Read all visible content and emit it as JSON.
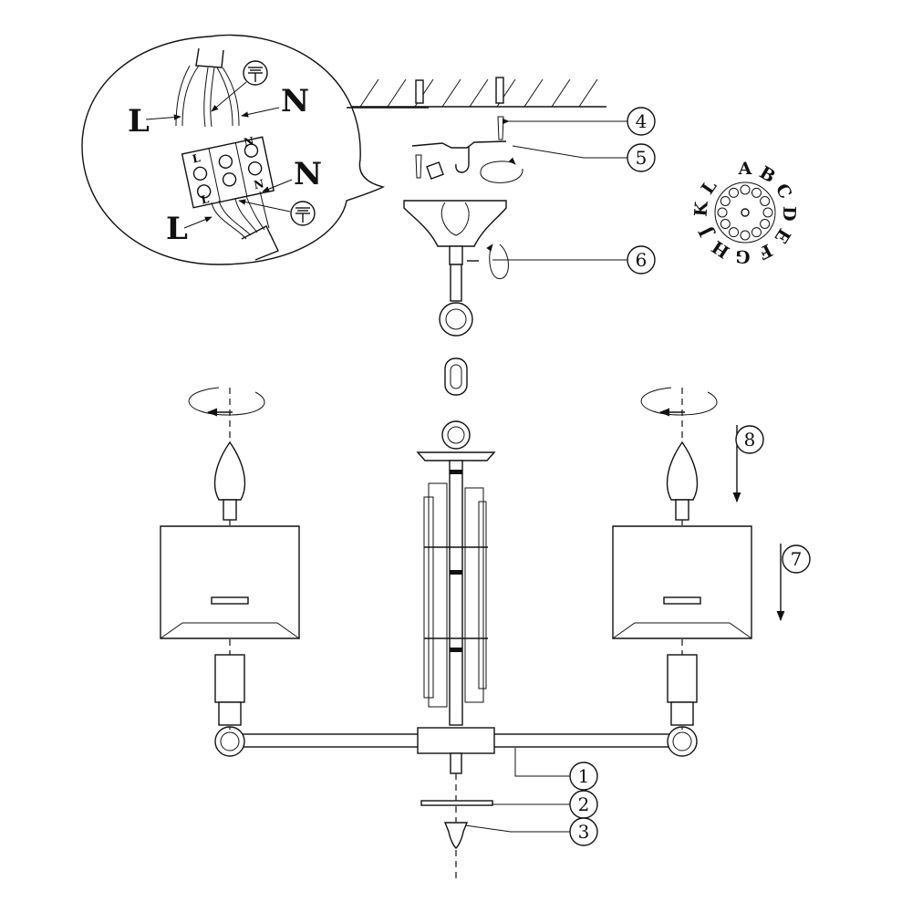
{
  "wiring_detail": {
    "labels": {
      "live_top": "L",
      "neutral_top": "N",
      "live_bottom": "L",
      "neutral_bottom": "N"
    },
    "terminal_marks": {
      "left": "L",
      "right": "N",
      "right_bottom": "N",
      "bottom_left": "L"
    },
    "ground_symbol": "earth-ground"
  },
  "callouts": [
    {
      "id": "1",
      "label": "1"
    },
    {
      "id": "2",
      "label": "2"
    },
    {
      "id": "3",
      "label": "3"
    },
    {
      "id": "4",
      "label": "4"
    },
    {
      "id": "5",
      "label": "5"
    },
    {
      "id": "6",
      "label": "6"
    },
    {
      "id": "7",
      "label": "7"
    },
    {
      "id": "8",
      "label": "8"
    }
  ],
  "dial_letters": [
    "A",
    "B",
    "C",
    "D",
    "E",
    "F",
    "G",
    "H",
    "J",
    "K",
    "L"
  ]
}
